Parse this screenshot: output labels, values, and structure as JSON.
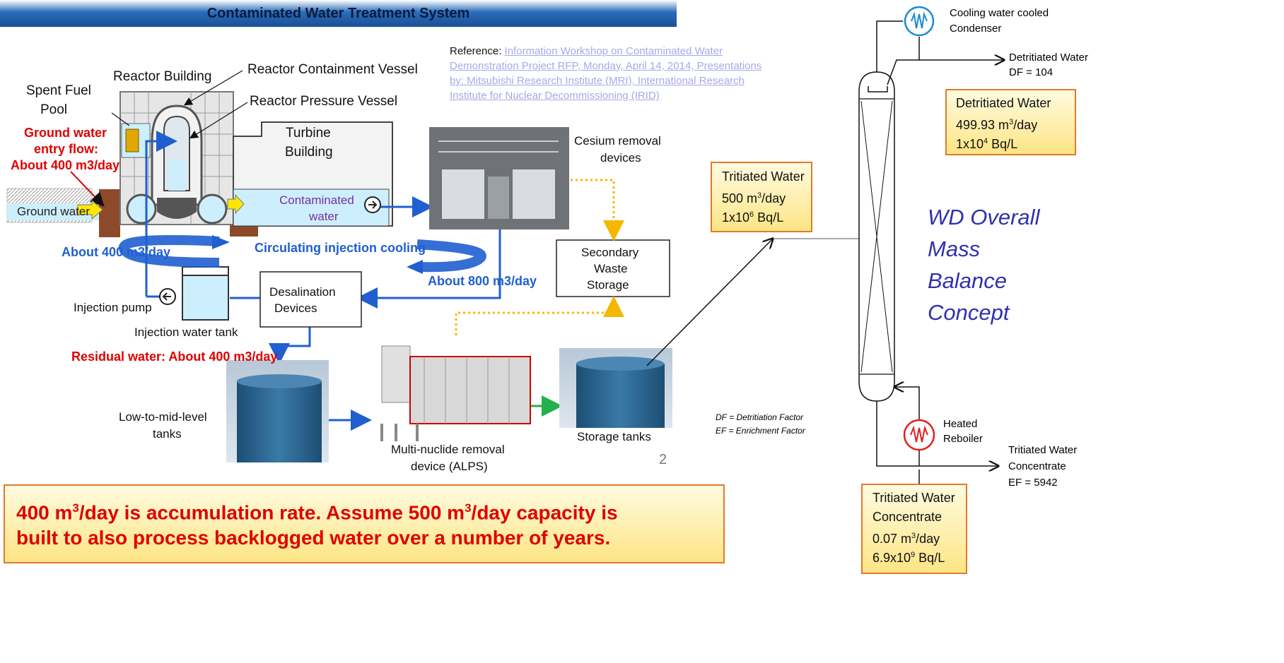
{
  "title_bar": {
    "text": "Contaminated Water Treatment System"
  },
  "reference": {
    "label": "Reference:",
    "line1": "Information Workshop on Contaminated Water",
    "line2": "Demonstration Project RFP, Monday, April 14, 2014, Presentations",
    "line3": "by:  Mitsubishi Research Institute (MRI), International Research",
    "line4": "Institute for Nuclear Decommissioning (IRID)"
  },
  "plant": {
    "reactor_building": "Reactor Building",
    "containment_vessel": "Reactor Containment Vessel",
    "pressure_vessel": "Reactor Pressure Vessel",
    "spent_fuel_1": "Spent Fuel",
    "spent_fuel_2": "Pool",
    "turbine_1": "Turbine",
    "turbine_2": "Building",
    "gw_entry_1": "Ground water",
    "gw_entry_2": "entry flow:",
    "gw_entry_3": "About 400 m3/day",
    "ground_water": "Ground water",
    "contaminated_1": "Contaminated",
    "contaminated_2": "water",
    "about400": "About 400 m3/day",
    "circulating": "Circulating injection cooling",
    "cesium_1": "Cesium removal",
    "cesium_2": "devices",
    "secondary_1": "Secondary",
    "secondary_2": "Waste",
    "secondary_3": "Storage",
    "about800": "About 800 m3/day",
    "desal_1": "Desalination",
    "desal_2": "Devices",
    "injection_pump": "Injection pump",
    "injection_tank": "Injection water tank",
    "residual": "Residual water: About 400 m3/day",
    "low_mid_1": "Low-to-mid-level",
    "low_mid_2": "tanks",
    "alps_1": "Multi-nuclide removal",
    "alps_2": "device (ALPS)",
    "storage": "Storage tanks",
    "page_num": "2"
  },
  "callout_main": {
    "line1a": "400 m",
    "line1b": "3",
    "line1c": "/day is accumulation rate. Assume 500 m",
    "line1d": "3",
    "line1e": "/day capacity is",
    "line2": "built to also process backlogged water over a number of years."
  },
  "tritiated_feed": {
    "title": "Tritiated Water",
    "flow_a": "500 m",
    "flow_sup": "3",
    "flow_b": "/day",
    "act_a": "1x10",
    "act_sup": "6",
    "act_b": " Bq/L"
  },
  "concept_title": {
    "l1": "WD Overall",
    "l2": "Mass",
    "l3": "Balance",
    "l4": "Concept"
  },
  "column": {
    "condenser_1": "Cooling water cooled",
    "condenser_2": "Condenser",
    "detrit_out_1": "Detritiated Water",
    "detrit_out_2": "DF = 104",
    "reboiler_1": "Heated",
    "reboiler_2": "Reboiler",
    "conc_out_1": "Tritiated Water",
    "conc_out_2": "Concentrate",
    "conc_out_3": "EF = 5942",
    "df_def": "DF = Detritiation Factor",
    "ef_def": "EF = Enrichment Factor"
  },
  "detritiated_box": {
    "title": "Detritiated Water",
    "flow_a": "499.93 m",
    "flow_sup": "3",
    "flow_b": "/day",
    "act_a": "1x10",
    "act_sup": "4",
    "act_b": " Bq/L"
  },
  "concentrate_box": {
    "title_1": "Tritiated Water",
    "title_2": "Concentrate",
    "flow_a": "0.07 m",
    "flow_sup": "3",
    "flow_b": "/day",
    "act_a": "6.9x10",
    "act_sup": "9",
    "act_b": " Bq/L"
  },
  "colors": {
    "accent_blue": "#1f5fd0",
    "alert_red": "#e00000",
    "concept_blue": "#3030b0",
    "note_border": "#e07a2a",
    "tank_blue": "#2b6a93"
  }
}
